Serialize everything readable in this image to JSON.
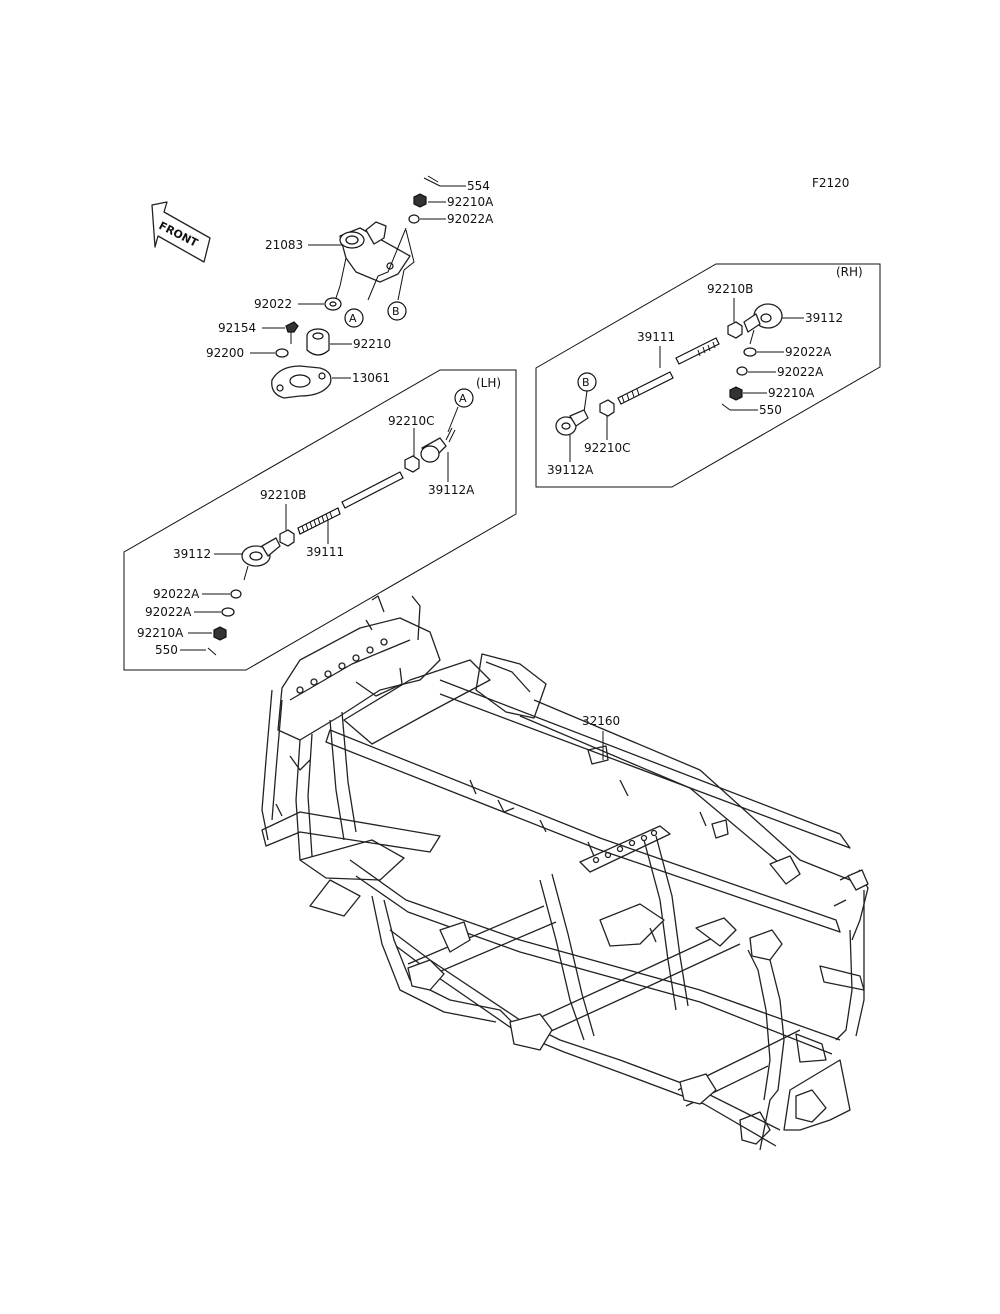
{
  "figure_code": "F2120",
  "front_label": "FRONT",
  "panel_lh": {
    "title": "(LH)"
  },
  "panel_rh": {
    "title": "(RH)"
  },
  "callouts": {
    "a": "A",
    "b": "B"
  },
  "parts": {
    "p554": "554",
    "p92210A_top": "92210A",
    "p92022A_top": "92022A",
    "p21083": "21083",
    "p92022": "92022",
    "p92154": "92154",
    "p92210": "92210",
    "p92200": "92200",
    "p13061": "13061",
    "lh_92210C": "92210C",
    "lh_39112A": "39112A",
    "lh_92210B": "92210B",
    "lh_39112": "39112",
    "lh_39111": "39111",
    "lh_92022A_1": "92022A",
    "lh_92022A_2": "92022A",
    "lh_92210A": "92210A",
    "lh_550": "550",
    "rh_92210B": "92210B",
    "rh_39112": "39112",
    "rh_39111": "39111",
    "rh_92022A_1": "92022A",
    "rh_92022A_2": "92022A",
    "rh_92210A": "92210A",
    "rh_550": "550",
    "rh_92210C": "92210C",
    "rh_39112A": "39112A",
    "frame_32160": "32160"
  }
}
